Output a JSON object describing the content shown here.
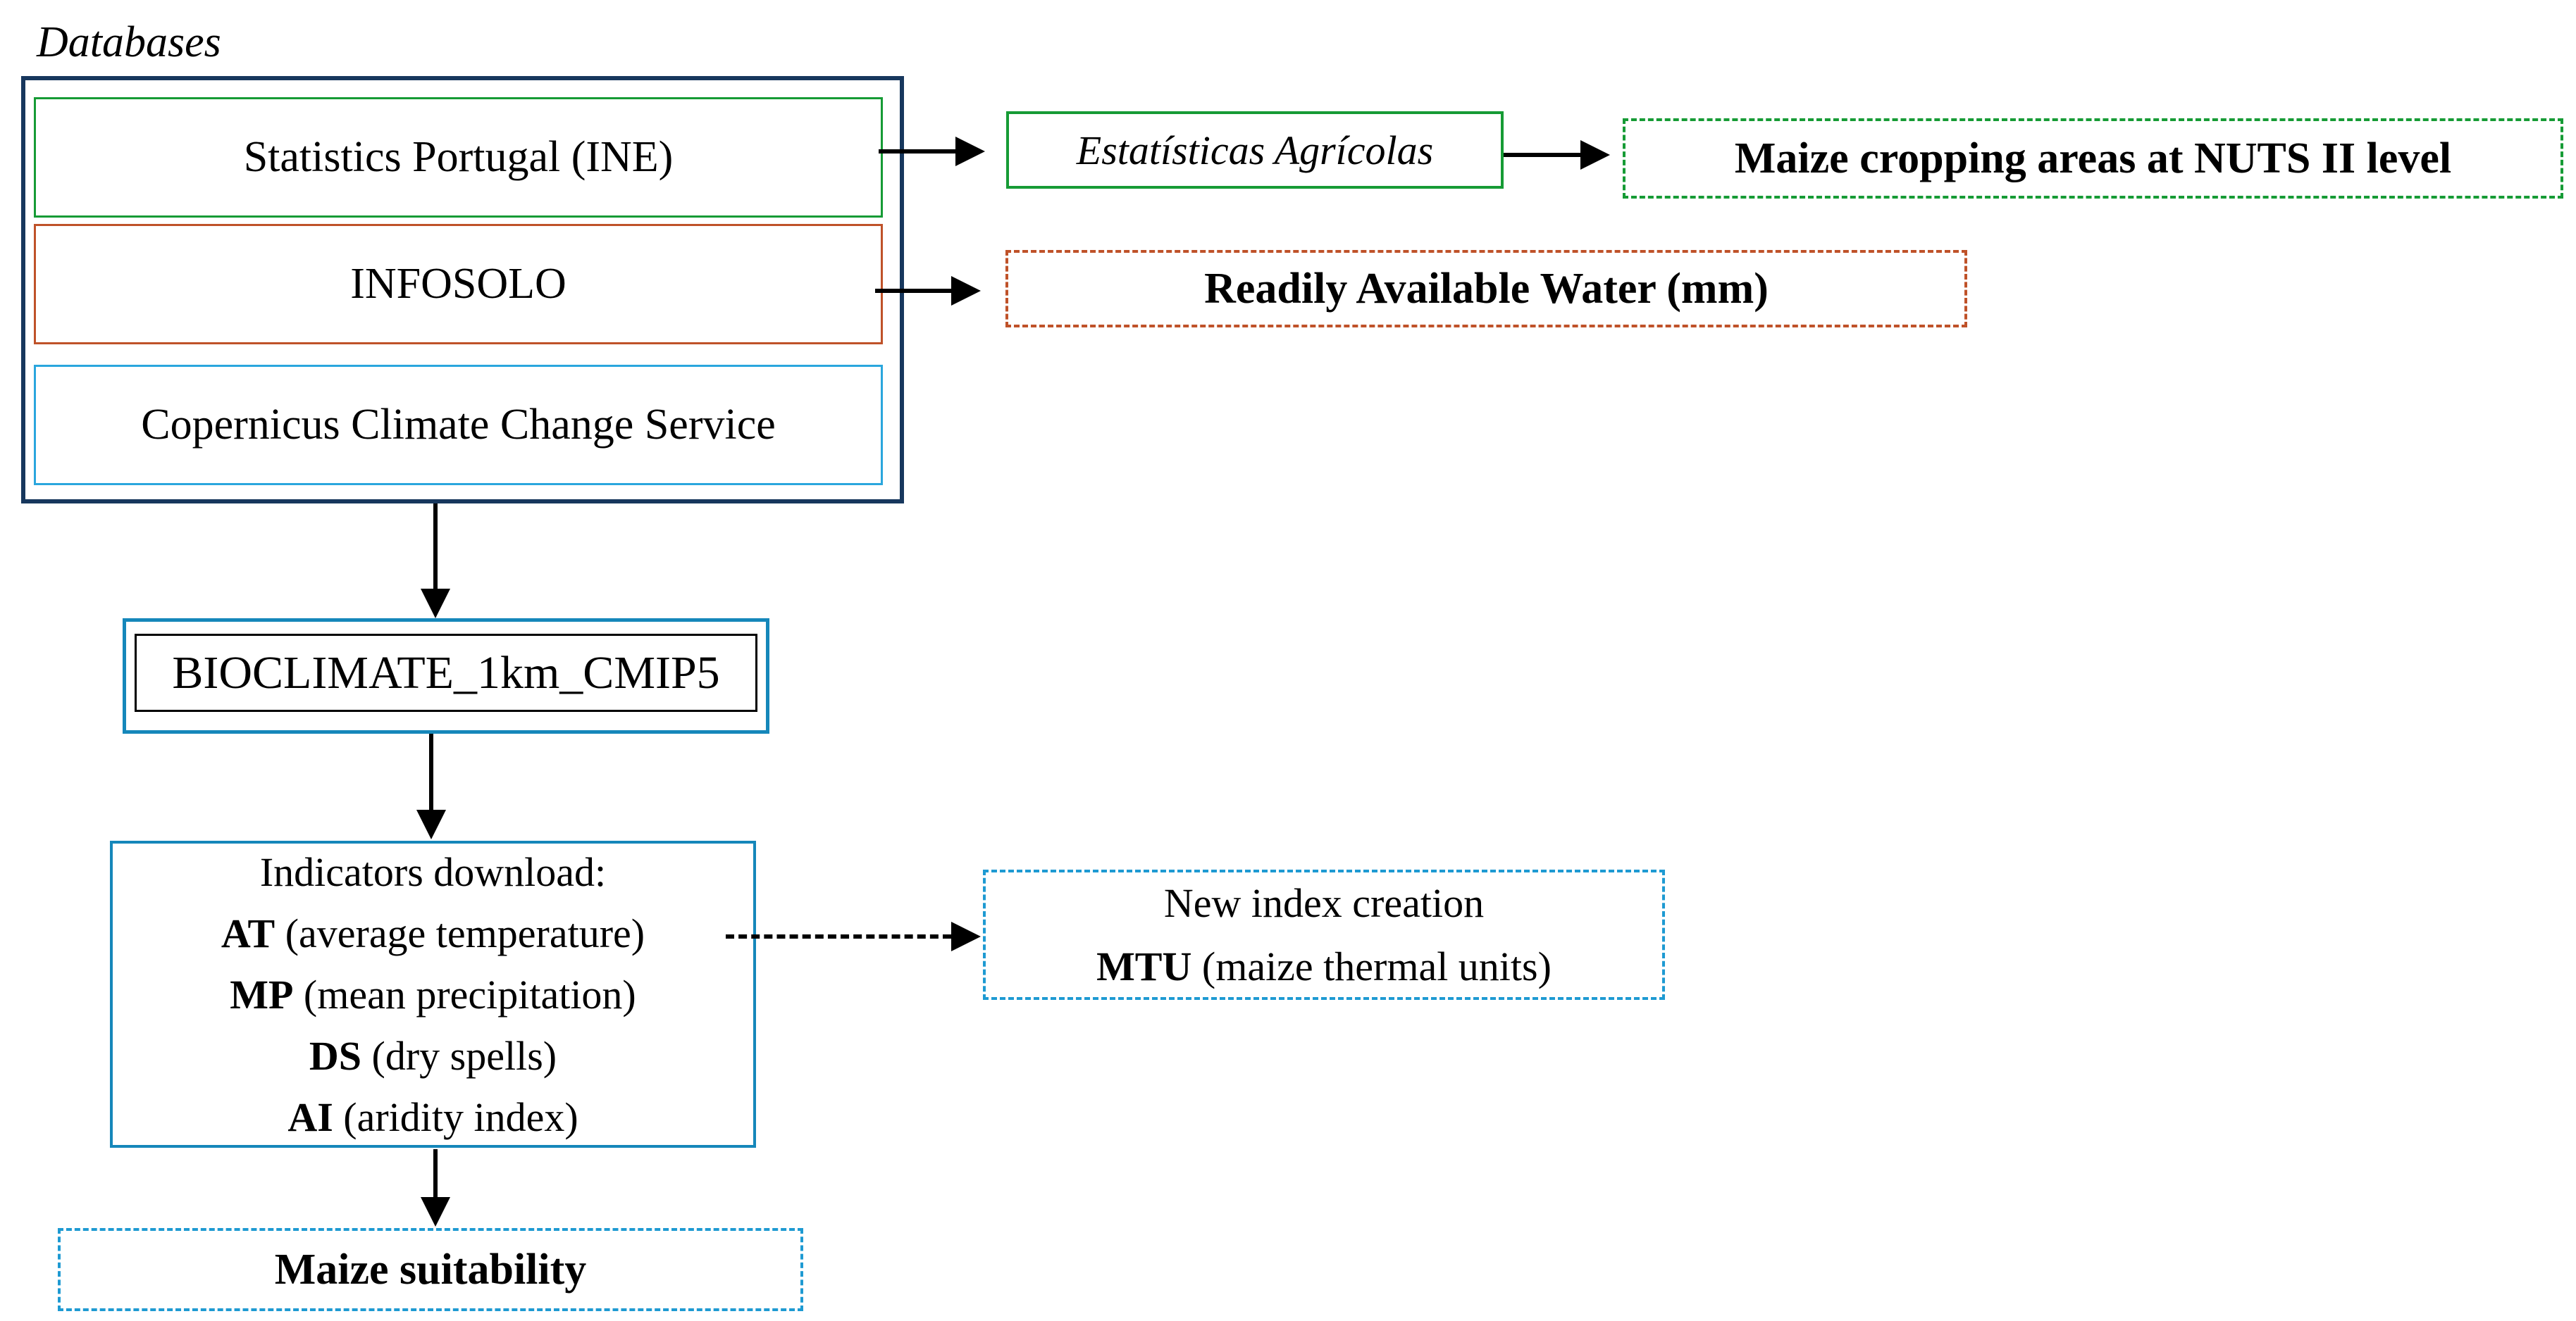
{
  "figure": {
    "databases_label": "Databases",
    "source_boxes": [
      {
        "id": "ine",
        "label": "Statistics Portugal (INE)",
        "border_color": "#169b35"
      },
      {
        "id": "infosolo",
        "label": "INFOSOLO",
        "border_color": "#bf5229"
      },
      {
        "id": "copernicus",
        "label": "Copernicus Climate Change Service",
        "border_color": "#2aa6dd"
      }
    ],
    "estatisticas_label": "Estatísticas Agrícolas",
    "maize_cropping_label": "Maize cropping areas at NUTS II level",
    "raw_label": "Readily Available Water (mm)",
    "bioclimate_label": "BIOCLIMATE_1km_CMIP5",
    "indicators": {
      "title": "Indicators download:",
      "items": [
        {
          "abbr": "AT",
          "desc": " (average temperature)"
        },
        {
          "abbr": "MP",
          "desc": " (mean precipitation)"
        },
        {
          "abbr": "DS",
          "desc": " (dry spells)"
        },
        {
          "abbr": "AI",
          "desc": " (aridity index)"
        }
      ]
    },
    "new_index": {
      "line1": "New index creation",
      "abbr": "MTU",
      "desc": " (maize thermal units)"
    },
    "maize_suitability_label": "Maize suitability",
    "colors": {
      "outer_border": "#17375d",
      "green": "#169b35",
      "orange": "#bf5229",
      "cyan": "#2aa6dd",
      "blue_solid": "#1587ba",
      "blue_dashed": "#1e9ad2",
      "arrow": "#000000"
    }
  }
}
